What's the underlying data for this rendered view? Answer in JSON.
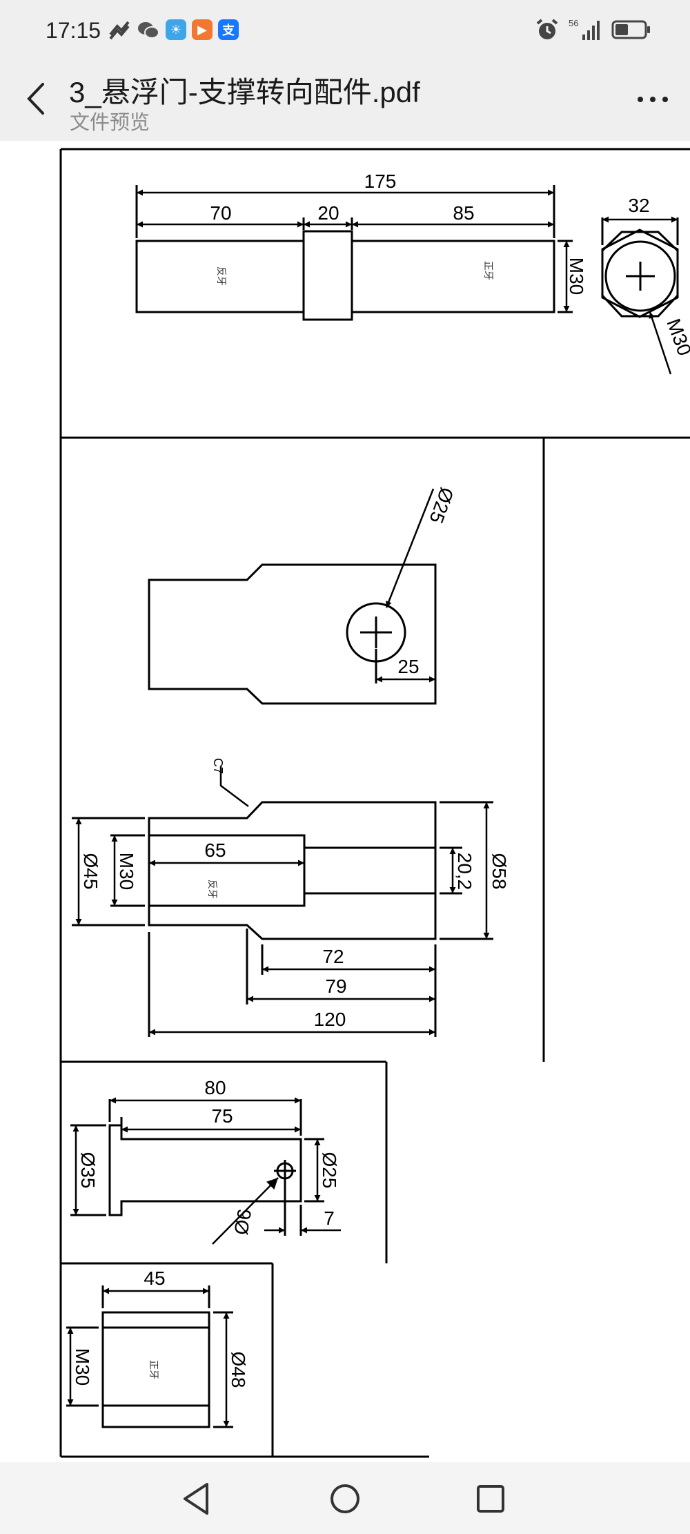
{
  "status_bar": {
    "time": "17:15",
    "signal_label": "56",
    "battery_level": 0.45
  },
  "header": {
    "title": "3_悬浮门-支撑转向配件.pdf",
    "subtitle": "文件预览"
  },
  "drawing": {
    "top_view": {
      "dim_total": "175",
      "dim_left": "70",
      "dim_mid": "20",
      "dim_right": "85",
      "dim_thread": "M30",
      "dim_hex": "32",
      "dim_hex_thread": "M30",
      "label_left": "反牙",
      "label_right": "正牙"
    },
    "plate_view": {
      "dim_hole": "Ø25",
      "dim_offset": "25"
    },
    "side_view": {
      "chamfer": "C7",
      "dim_outer": "Ø45",
      "dim_thread": "M30",
      "dim_depth": "65",
      "dim_slot": "20,2",
      "dim_diam": "Ø58",
      "dim_72": "72",
      "dim_79": "79",
      "dim_120": "120",
      "label_thread": "反牙"
    },
    "pin_view": {
      "dim_80": "80",
      "dim_75": "75",
      "dim_35": "Ø35",
      "dim_25": "Ø25",
      "dim_7": "7",
      "dim_hole": "Ø6"
    },
    "nut_view": {
      "dim_45": "45",
      "dim_thread": "M30",
      "dim_48": "Ø48",
      "label_thread": "正牙"
    }
  }
}
